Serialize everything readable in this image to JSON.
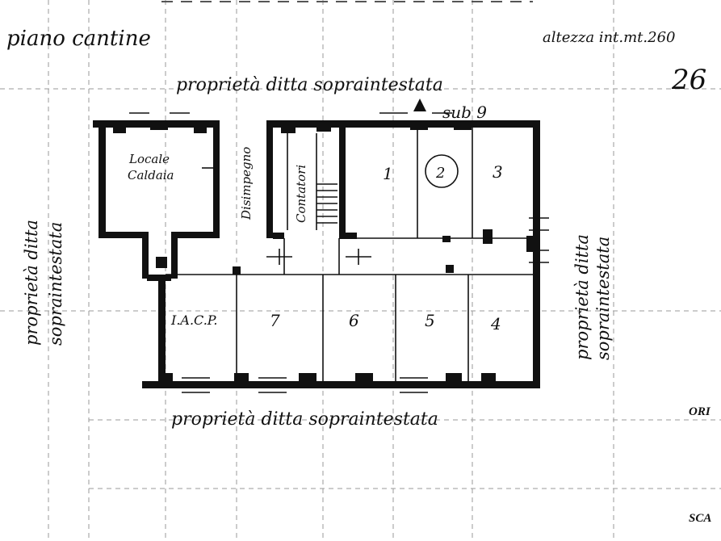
{
  "header": {
    "floor_label": "piano cantine",
    "height_note": "altezza int.mt.260",
    "sheet_number": "26"
  },
  "neighbors": {
    "top": "proprietà ditta sopraintestata",
    "top_sub": "sub 9",
    "bottom": "proprietà ditta sopraintestata",
    "left_line1": "proprietà ditta",
    "left_line2": "sopraintestata",
    "right_line1": "proprietà ditta",
    "right_line2": "sopraintestata"
  },
  "rooms": {
    "boiler_line1": "Locale",
    "boiler_line2": "Caldaia",
    "hallway": "Disimpegno",
    "meters": "Contatori",
    "cellar_1": "1",
    "cellar_2": "2",
    "cellar_3": "3",
    "cellar_iacp": "I.A.C.P.",
    "cellar_7": "7",
    "cellar_6": "6",
    "cellar_5": "5",
    "cellar_4": "4"
  },
  "margin_labels": {
    "ori": "ORI",
    "sca": "SCA"
  },
  "colors": {
    "ink": "#111111",
    "grid": "#9a9a9a",
    "paper": "#ffffff"
  }
}
